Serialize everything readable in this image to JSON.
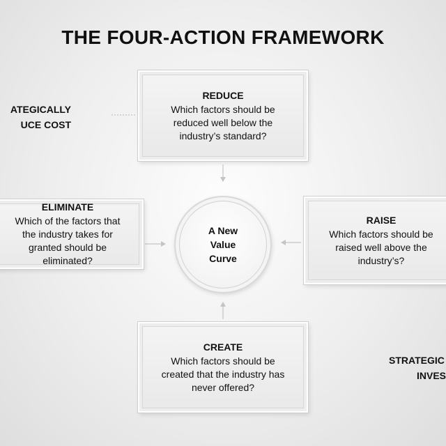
{
  "title": "THE FOUR-ACTION FRAMEWORK",
  "side_labels": {
    "left": [
      "ATEGICALLY",
      "UCE COST"
    ],
    "right": [
      "STRATEGIC",
      "INVES"
    ]
  },
  "boxes": {
    "reduce": {
      "heading": "REDUCE",
      "lines": [
        "Which factors should be",
        "reduced well below the",
        "industry’s standard?"
      ]
    },
    "eliminate": {
      "heading": "ELIMINATE",
      "lines": [
        "Which of the factors that",
        "the industry takes for",
        "granted should be",
        "eliminated?"
      ]
    },
    "raise": {
      "heading": "RAISE",
      "lines": [
        "Which factors should be",
        "raised well above the",
        "industry’s?"
      ]
    },
    "create": {
      "heading": "CREATE",
      "lines": [
        "Which factors should be",
        "created that the industry has",
        "never offered?"
      ]
    }
  },
  "center": {
    "lines": [
      "A New",
      "Value",
      "Curve"
    ]
  }
}
